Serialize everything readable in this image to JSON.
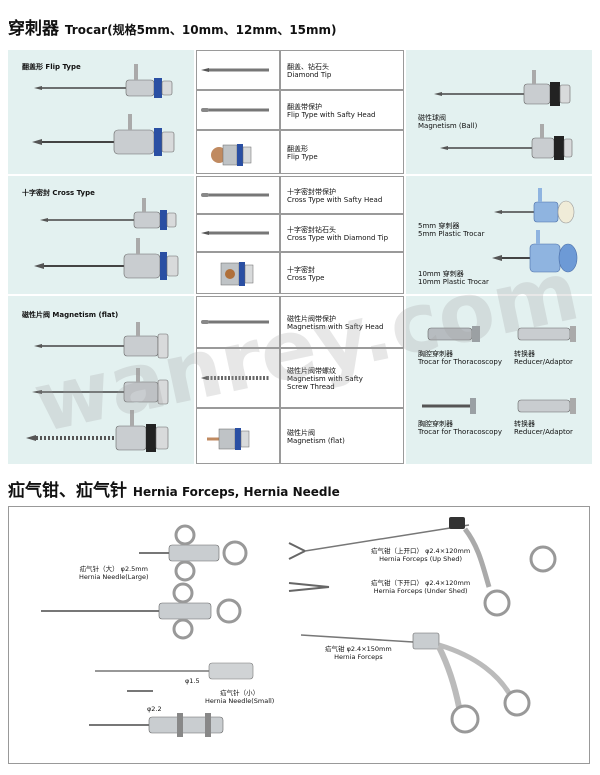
{
  "trocar": {
    "title_cn": "穿刺器",
    "title_en": "Trocar(规格5mm、10mm、12mm、15mm)",
    "flip_section_label": "翻盖形 Flip Type",
    "cross_section_label": "十字密封 Cross Type",
    "magnet_section_label": "磁性片阀 Magnetism (flat)",
    "tips": [
      {
        "cn": "翻盖、钻石头",
        "en": "Diamond Tip"
      },
      {
        "cn": "翻盖带保护",
        "en": "Flip Type with Safty Head"
      },
      {
        "cn": "翻盖形",
        "en": "Flip Type"
      },
      {
        "cn": "十字密封带保护",
        "en": "Cross Type with Safty Head"
      },
      {
        "cn": "十字密封钻石头",
        "en": "Cross Type with Diamond Tip"
      },
      {
        "cn": "十字密封",
        "en": "Cross Type"
      },
      {
        "cn": "磁性片阀带保护",
        "en": "Magnetism with Safty Head"
      },
      {
        "cn": "磁性片阀带螺纹",
        "en": "Magnetism with Safty",
        "en2": "Screw Thread"
      },
      {
        "cn": "磁性片阀",
        "en": "Magnetism (flat)"
      }
    ],
    "right": {
      "ball": {
        "cn": "磁性球阀",
        "en": "Magnetism (Ball)"
      },
      "plastic5": {
        "cn": "5mm 穿刺器",
        "en": "5mm Plastic Trocar"
      },
      "plastic10": {
        "cn": "10mm 穿刺器",
        "en": "10mm Plastic Trocar"
      },
      "thoraco1": {
        "cn": "胸腔穿刺器",
        "en": "Trocar for Thoracoscopy"
      },
      "reducer1": {
        "cn": "转换器",
        "en": "Reducer/Adaptor"
      },
      "thoraco2": {
        "cn": "胸腔穿刺器",
        "en": "Trocar for Thoracoscopy"
      },
      "reducer2": {
        "cn": "转换器",
        "en": "Reducer/Adaptor"
      }
    }
  },
  "hernia": {
    "title_cn": "疝气钳、疝气针",
    "title_en": "Hernia Forceps, Hernia Needle",
    "needle_large": {
      "cn": "疝气针（大）  φ2.5mm",
      "en": "Hernia Needle(Large)"
    },
    "needle_small": {
      "cn": "疝气针（小）",
      "en": "Hernia Needle(Small)"
    },
    "dim_15": "φ1.5",
    "dim_22": "φ2.2",
    "forceps_up": {
      "cn": "疝气钳（上开口） φ2.4×120mm",
      "en": "Hernia Forceps (Up Shed)"
    },
    "forceps_under": {
      "cn": "疝气钳（下开口） φ2.4×120mm",
      "en": "Hernia Forceps (Under Shed)"
    },
    "forceps": {
      "cn": "疝气钳  φ2.4×150mm",
      "en": "Hernia Forceps"
    }
  },
  "watermark": "wanrey.com",
  "colors": {
    "panel": "#e3f1f0",
    "accent_blue": "#2a4fa3",
    "metal": "#b7bcc0"
  }
}
